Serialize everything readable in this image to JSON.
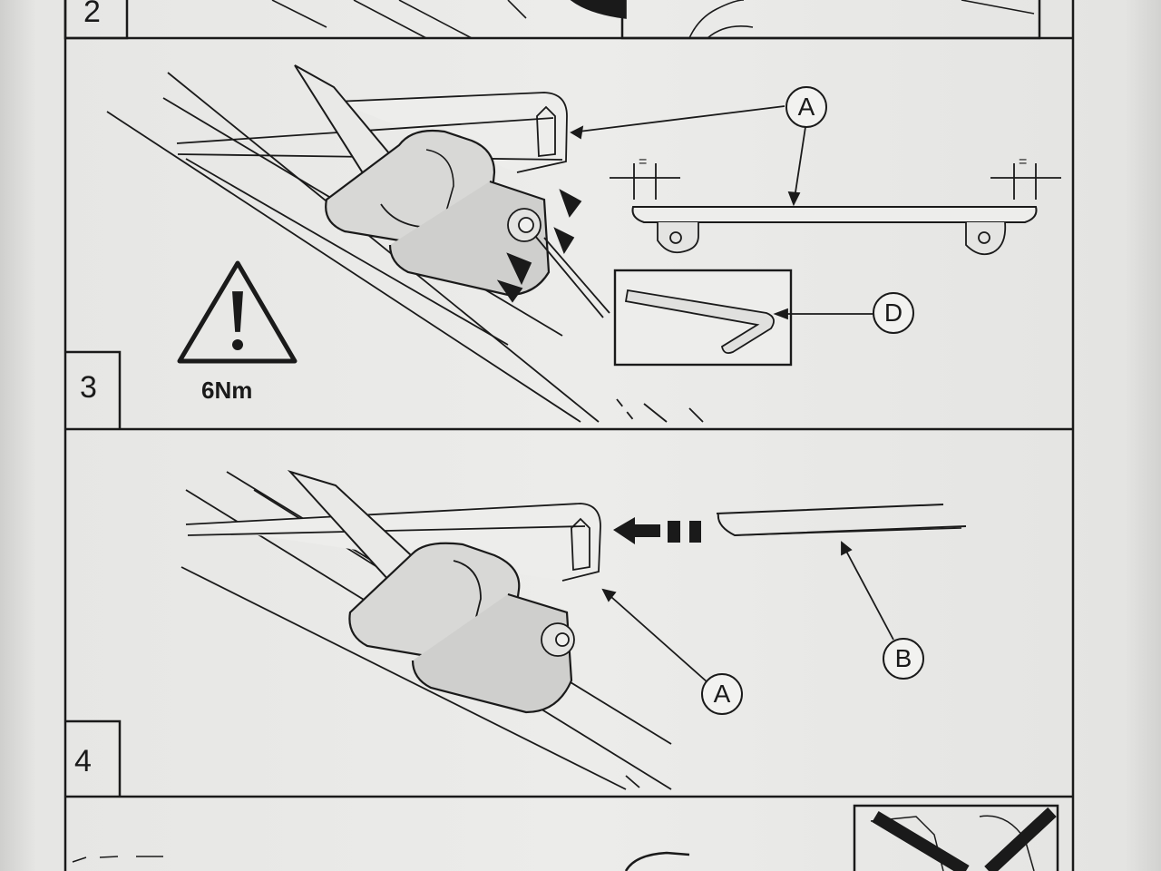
{
  "steps": [
    {
      "number": "2"
    },
    {
      "number": "3",
      "torque": "6Nm"
    },
    {
      "number": "4"
    }
  ],
  "callouts": {
    "step3_rail": "A",
    "step3_bar": "A",
    "step3_tool": "D",
    "step4_rail": "A",
    "step4_strip": "B"
  },
  "dimension_marks": {
    "left": "=",
    "right": "="
  },
  "icons": [
    "warning-triangle-icon",
    "hex-key-icon",
    "rotate-arrows-icon",
    "insert-arrow-icon",
    "crossed-out-icon"
  ],
  "colors": {
    "paper": "#ececea",
    "ink": "#1a1a1a",
    "part_fill": "#d6d6d4"
  }
}
